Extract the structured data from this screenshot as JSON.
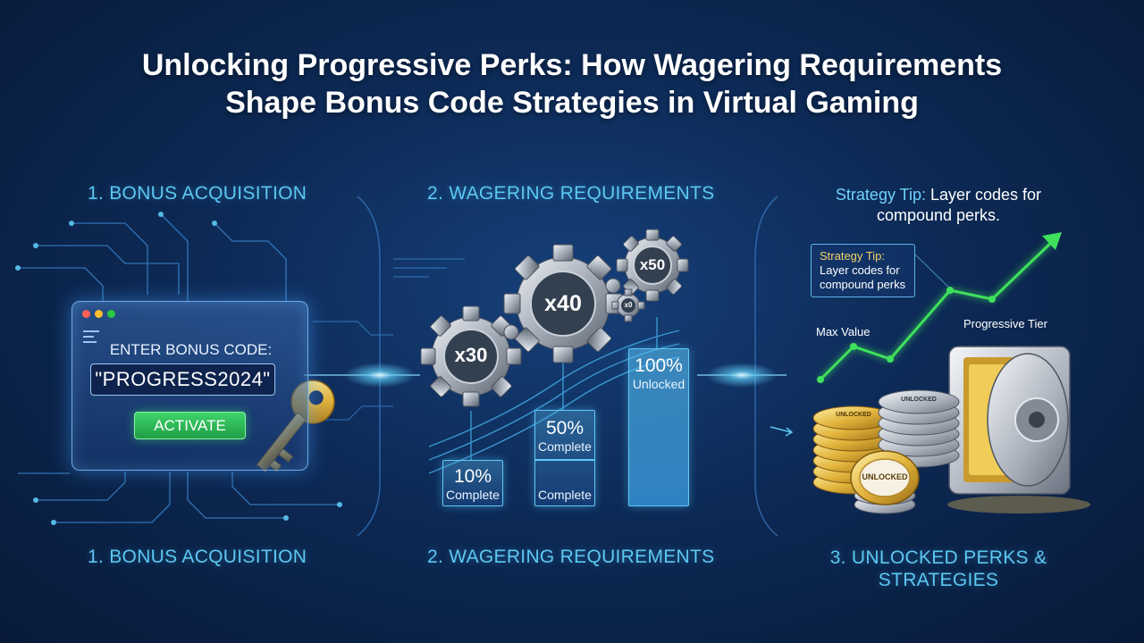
{
  "title": {
    "line1": "Unlocking Progressive Perks: How Wagering Requirements",
    "line2": "Shape Bonus Code Strategies in Virtual Gaming"
  },
  "sections": {
    "acquisition_top": "1. BONUS ACQUISITION",
    "wagering_top": "2. WAGERING REQUIREMENTS",
    "acquisition_bottom": "1. BONUS ACQUISITION",
    "wagering_bottom": "2. WAGERING REQUIREMENTS",
    "unlocked_line1": "3. UNLOCKED PERKS &",
    "unlocked_line2": "STRATEGIES"
  },
  "bonus_form": {
    "label": "ENTER BONUS CODE:",
    "code": "\"PROGRESS2024\"",
    "button": "ACTIVATE"
  },
  "gears": [
    {
      "label": "x30"
    },
    {
      "label": "x40"
    },
    {
      "label": "x50"
    },
    {
      "label": "x0"
    }
  ],
  "progress": [
    {
      "percent_text": "10%",
      "status": "Complete",
      "level": 10
    },
    {
      "percent_text": "50%",
      "status": "Complete",
      "level": 50
    },
    {
      "percent_text": "100%",
      "status": "Unlocked",
      "level": 100
    }
  ],
  "progress_extra": {
    "bar2_bottom": "Complete"
  },
  "strategy": {
    "top_prefix": "Strategy Tip:",
    "top_rest1": " Layer codes for",
    "top_line2": "compound perks.",
    "box_title": "Strategy Tip:",
    "box_line1": "Layer codes for",
    "box_line2": "compound perks"
  },
  "chart_labels": {
    "max_value": "Max Value",
    "progressive_tier": "Progressive Tier"
  },
  "chips": {
    "front": "UNLOCKED",
    "back_left": "UNLOCKED",
    "back_right": "UNLOCKED"
  },
  "colors": {
    "accent_cyan": "#5cc8f2",
    "activate_green": "#2fbf58",
    "trend_green": "#3ee05c",
    "gold": "#e0b640"
  }
}
